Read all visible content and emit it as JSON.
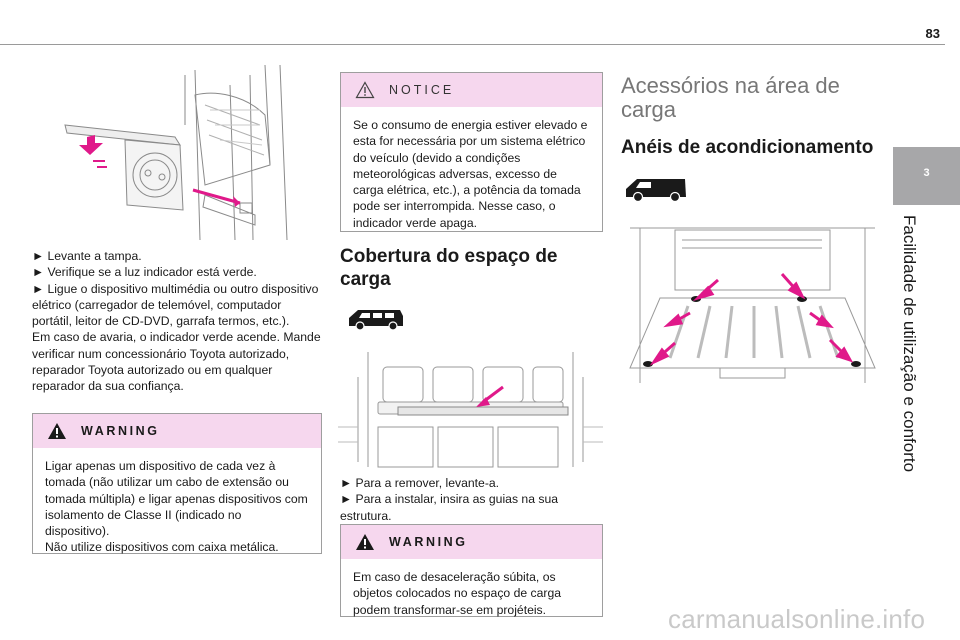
{
  "page_number": "83",
  "chapter": {
    "number": "3",
    "title": "Facilidade de utilização e conforto"
  },
  "column1": {
    "steps": [
      "► Levante a tampa.",
      "► Verifique se a luz indicador está verde.",
      "► Ligue o dispositivo multimédia ou outro dispositivo elétrico (carregador de telemóvel, computador portátil, leitor de CD-DVD, garrafa termos, etc.).",
      "Em caso de avaria, o indicador verde acende. Mande verificar num concessionário Toyota autorizado, reparador Toyota autorizado ou em qualquer reparador da sua confiança."
    ],
    "warning": {
      "title": "WARNING",
      "lines": [
        "Ligar apenas um dispositivo de cada vez à tomada (não utilizar um cabo de extensão ou tomada múltipla) e ligar apenas dispositivos com isolamento de Classe II (indicado no dispositivo).",
        "Não utilize dispositivos com caixa metálica."
      ]
    }
  },
  "column2": {
    "notice": {
      "title": "NOTICE",
      "text": "Se o consumo de energia estiver elevado e esta for necessária por um sistema elétrico do veículo (devido a condições meteorológicas adversas, excesso de carga elétrica, etc.), a potência da tomada pode ser interrompida. Nesse caso, o indicador verde apaga."
    },
    "heading": "Cobertura do espaço de carga",
    "steps": [
      "► Para a remover, levante-a.",
      "► Para a instalar, insira as guias na sua estrutura."
    ],
    "warning": {
      "title": "WARNING",
      "text": "Em caso de desaceleração súbita, os objetos colocados no espaço de carga podem transformar-se em projéteis."
    }
  },
  "column3": {
    "section_title": "Acessórios na área de carga",
    "heading": "Anéis de acondicionamento"
  },
  "watermark": "carmanualsonline.info",
  "colors": {
    "accent_pink": "#e0198a",
    "box_header": "#f6d7ee",
    "tab_gray": "#a7a7a9"
  }
}
